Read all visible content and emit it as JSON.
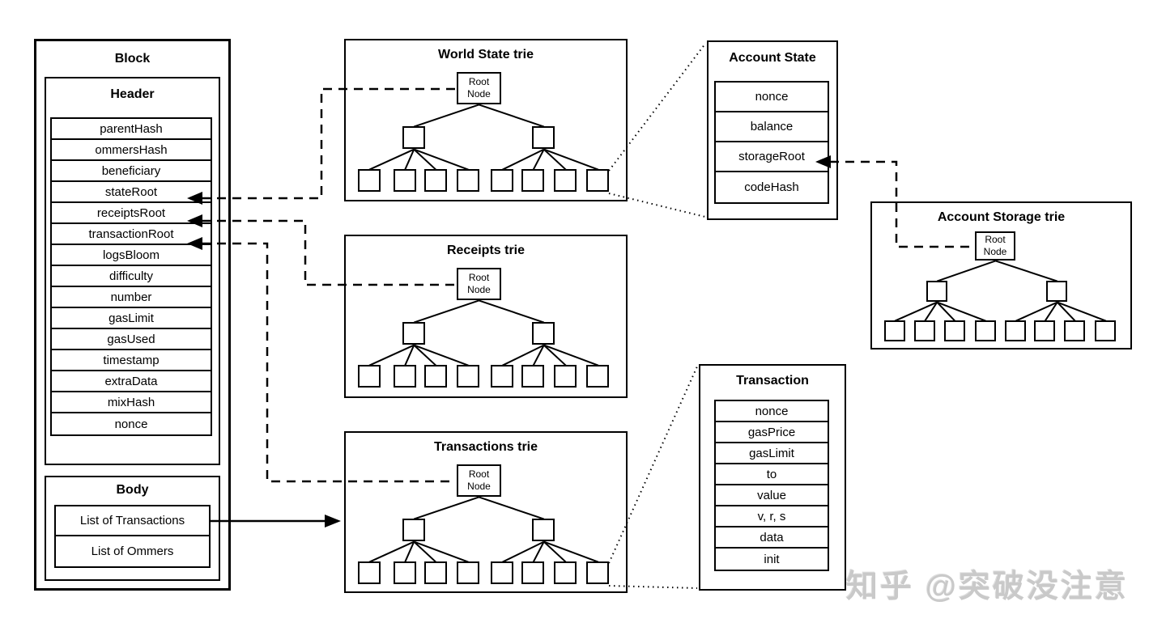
{
  "colors": {
    "line": "#000000",
    "background": "#ffffff",
    "watermark": "#c9c9c9"
  },
  "watermark": {
    "text": "知乎 @突破没注意"
  },
  "block": {
    "title": "Block",
    "header": {
      "title": "Header",
      "fields": [
        "parentHash",
        "ommersHash",
        "beneficiary",
        "stateRoot",
        "receiptsRoot",
        "transactionRoot",
        "logsBloom",
        "difficulty",
        "number",
        "gasLimit",
        "gasUsed",
        "timestamp",
        "extraData",
        "mixHash",
        "nonce"
      ]
    },
    "body": {
      "title": "Body",
      "fields": [
        "List of Transactions",
        "List of Ommers"
      ]
    }
  },
  "tries": {
    "world_state": {
      "title": "World State trie",
      "root_label": "Root Node"
    },
    "receipts": {
      "title": "Receipts trie",
      "root_label": "Root Node"
    },
    "transactions": {
      "title": "Transactions trie",
      "root_label": "Root Node"
    },
    "account_storage": {
      "title": "Account Storage trie",
      "root_label": "Root Node"
    }
  },
  "account_state": {
    "title": "Account State",
    "fields": [
      "nonce",
      "balance",
      "storageRoot",
      "codeHash"
    ]
  },
  "transaction": {
    "title": "Transaction",
    "fields": [
      "nonce",
      "gasPrice",
      "gasLimit",
      "to",
      "value",
      "v, r, s",
      "data",
      "init"
    ]
  },
  "connections": [
    {
      "from": "World State trie Root Node",
      "to": "stateRoot",
      "style": "dashed-arrow"
    },
    {
      "from": "Receipts trie Root Node",
      "to": "receiptsRoot",
      "style": "dashed-arrow"
    },
    {
      "from": "Transactions trie Root Node",
      "to": "transactionRoot",
      "style": "dashed-arrow"
    },
    {
      "from": "Account Storage trie Root Node",
      "to": "storageRoot",
      "style": "dashed-arrow"
    },
    {
      "from": "List of Transactions",
      "to": "Transactions trie",
      "style": "solid-arrow"
    },
    {
      "from": "World State trie leaf node",
      "to": "Account State",
      "style": "dotted-expansion"
    },
    {
      "from": "Transactions trie leaf node",
      "to": "Transaction",
      "style": "dotted-expansion"
    }
  ]
}
